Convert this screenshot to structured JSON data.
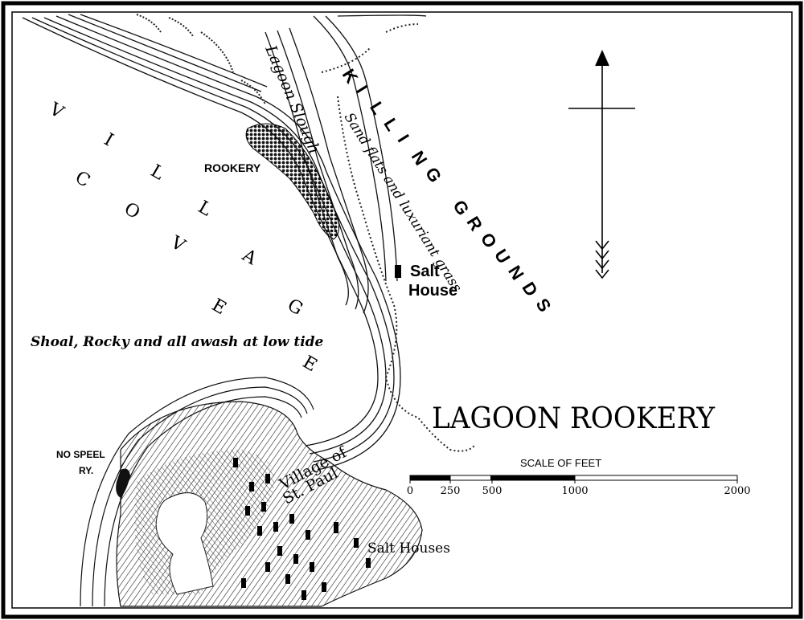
{
  "map": {
    "title": "LAGOON ROOKERY",
    "labels": {
      "killing_grounds": "KILLING GROUNDS",
      "sand_flats": "Sand flats and luxuriant grass",
      "lagoon_slough": "Lagoon Slough",
      "rookery": "ROOKERY",
      "salt_house_1": "Salt",
      "salt_house_2": "House",
      "shoal": "Shoal, Rocky and all awash at low tide",
      "village_of": "Village of",
      "st_paul": "St. Paul",
      "salt_houses": "Salt Houses",
      "no_speel_1": "NO SPEEL",
      "no_speel_2": "RY."
    },
    "village_cove_letters": [
      "V",
      "I",
      "L",
      "L",
      "A",
      "G",
      "E",
      "C",
      "O",
      "V",
      "E"
    ],
    "killing_letters": [
      "K",
      "I",
      "L",
      "L",
      "I",
      "N",
      "G",
      "G",
      "R",
      "O",
      "U",
      "N",
      "D",
      "S"
    ],
    "scale": {
      "title": "SCALE OF FEET",
      "ticks": [
        "0",
        "250",
        "500",
        "1000",
        "2000"
      ]
    }
  }
}
